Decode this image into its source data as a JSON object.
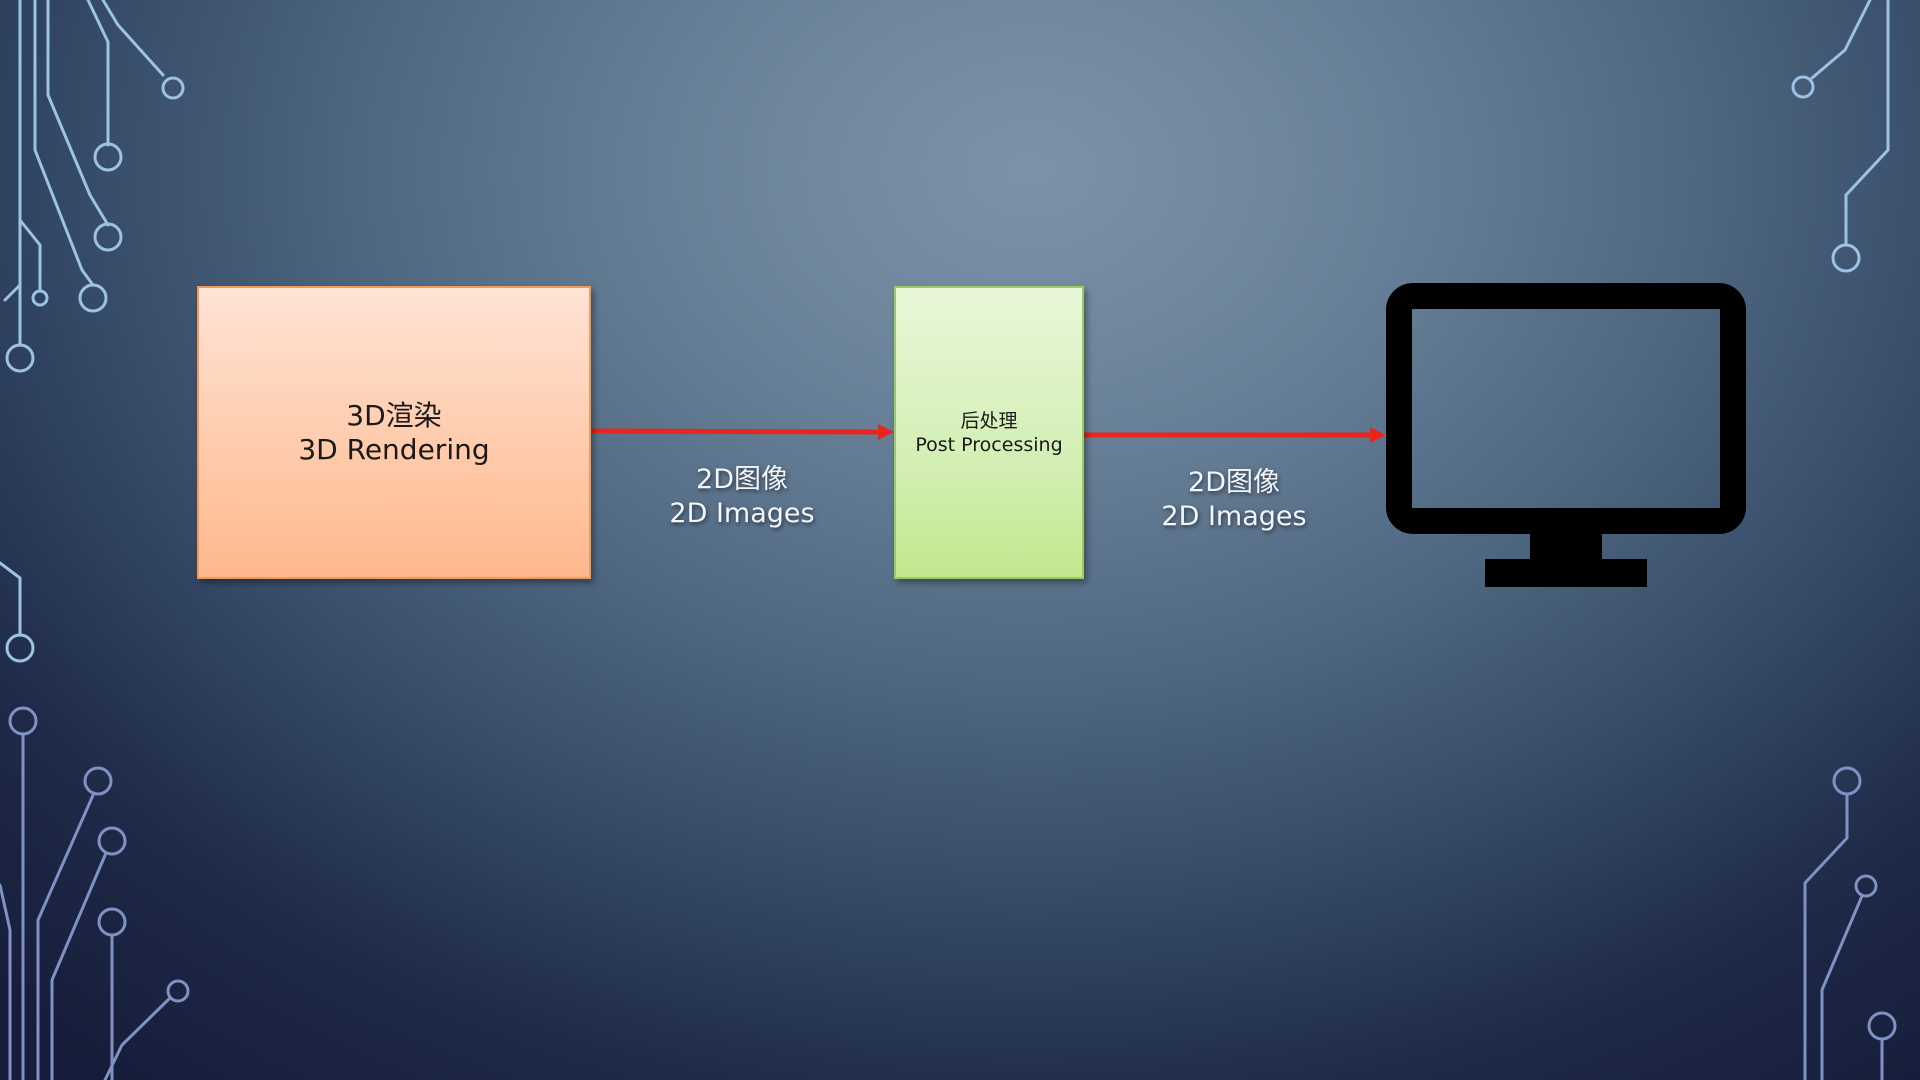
{
  "diagram": {
    "render_box": {
      "line1": "3D渲染",
      "line2": "3D Rendering",
      "fill": "#ffc9a8",
      "border": "#f09a5c"
    },
    "post_box": {
      "line1": "后处理",
      "line2": "Post Processing",
      "fill": "#d3efb4",
      "border": "#98cc60"
    },
    "arrow_label_1": {
      "line1": "2D图像",
      "line2": "2D Images"
    },
    "arrow_label_2": {
      "line1": "2D图像",
      "line2": "2D Images"
    },
    "arrow_color": "#e8261c",
    "display_icon": "monitor-icon"
  },
  "decoration": {
    "icon": "circuit-pattern",
    "color_top": "#9cc2e4",
    "color_bottom": "#7f92c4"
  }
}
